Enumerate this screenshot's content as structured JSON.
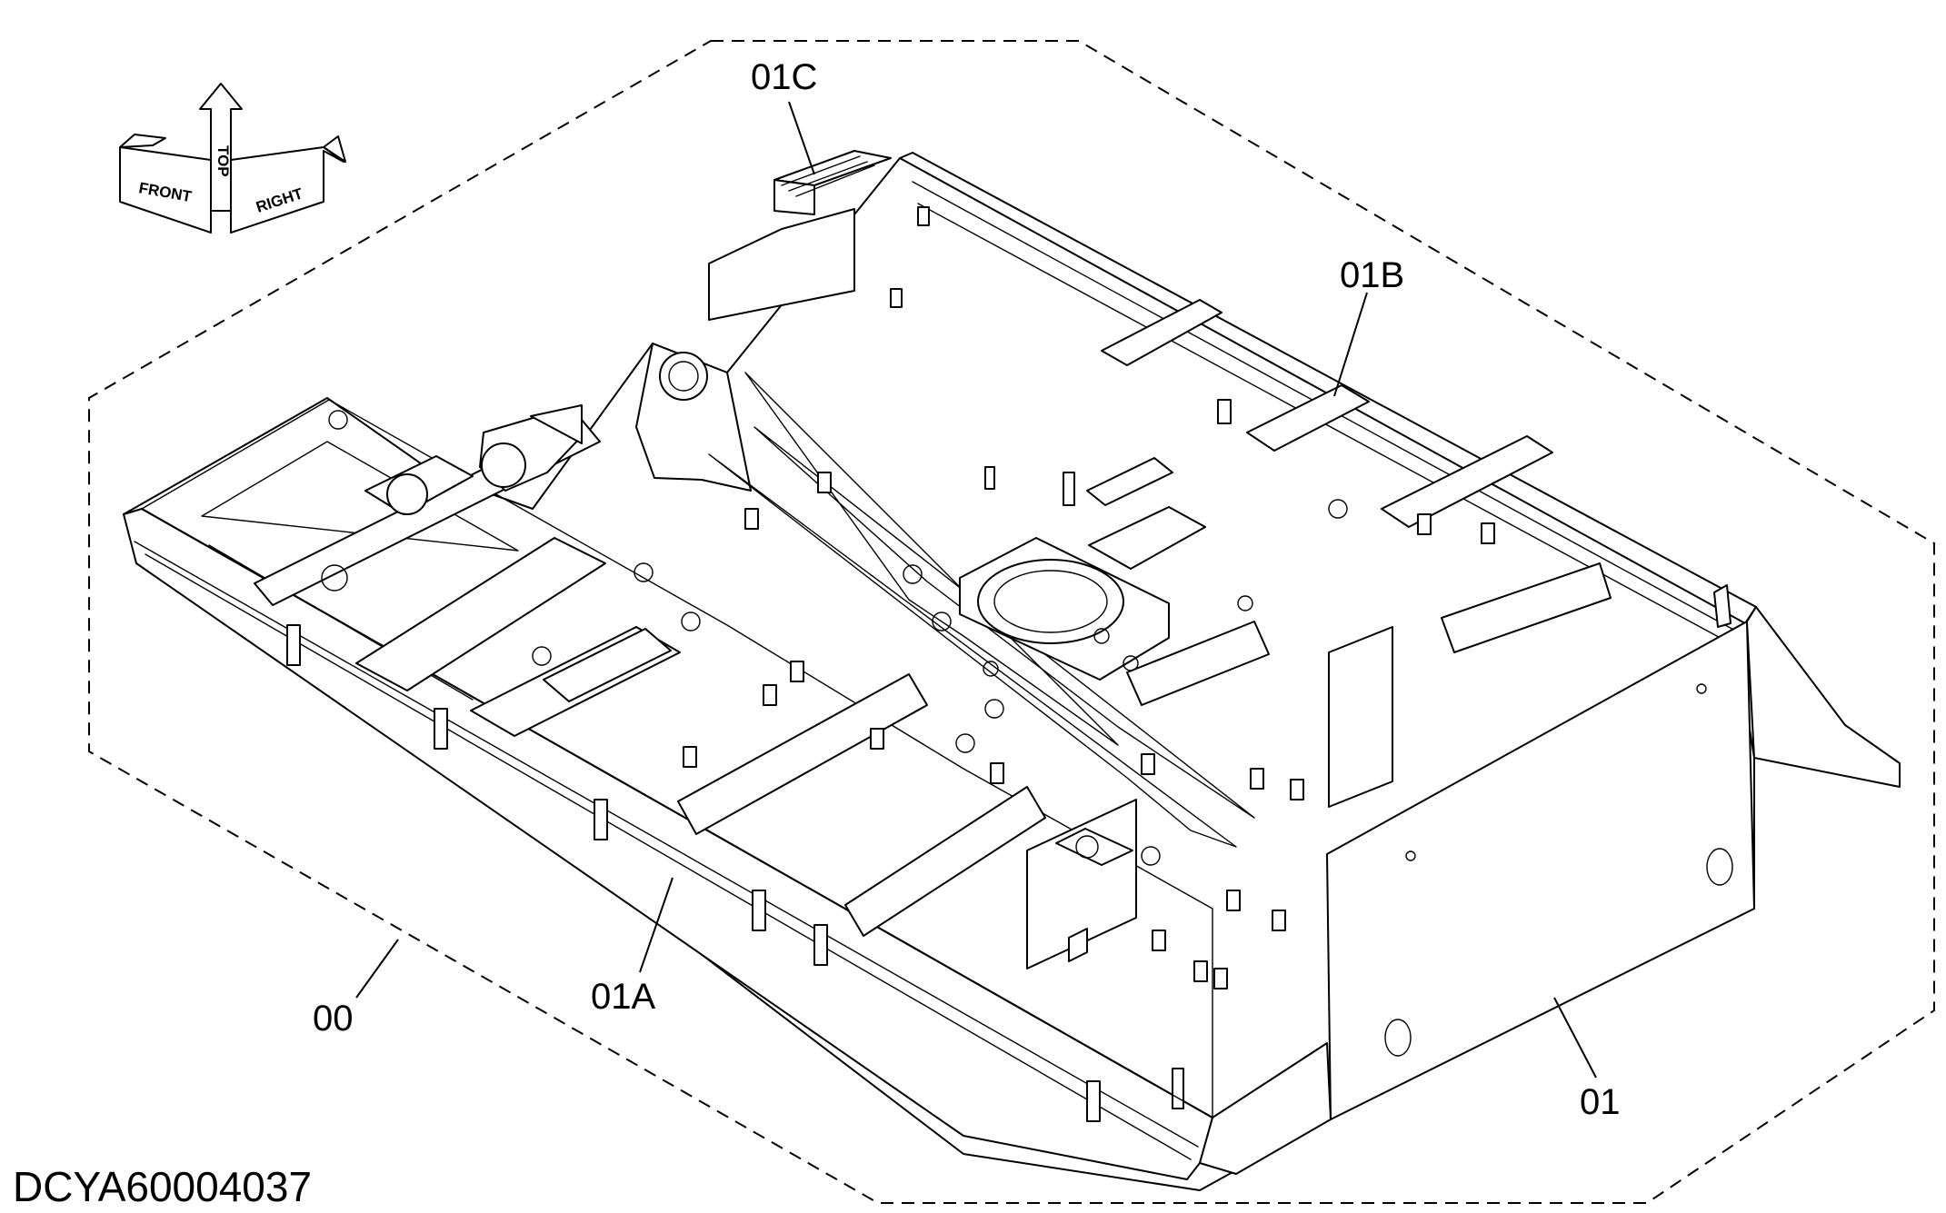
{
  "diagram": {
    "callouts": {
      "assembly": "00",
      "frame": "01",
      "left_rail": "01A",
      "right_rail": "01B",
      "step": "01C"
    },
    "document_number": "DCYA60004037",
    "orientation": {
      "front": "FRONT",
      "top": "TOP",
      "right": "RIGHT"
    }
  }
}
